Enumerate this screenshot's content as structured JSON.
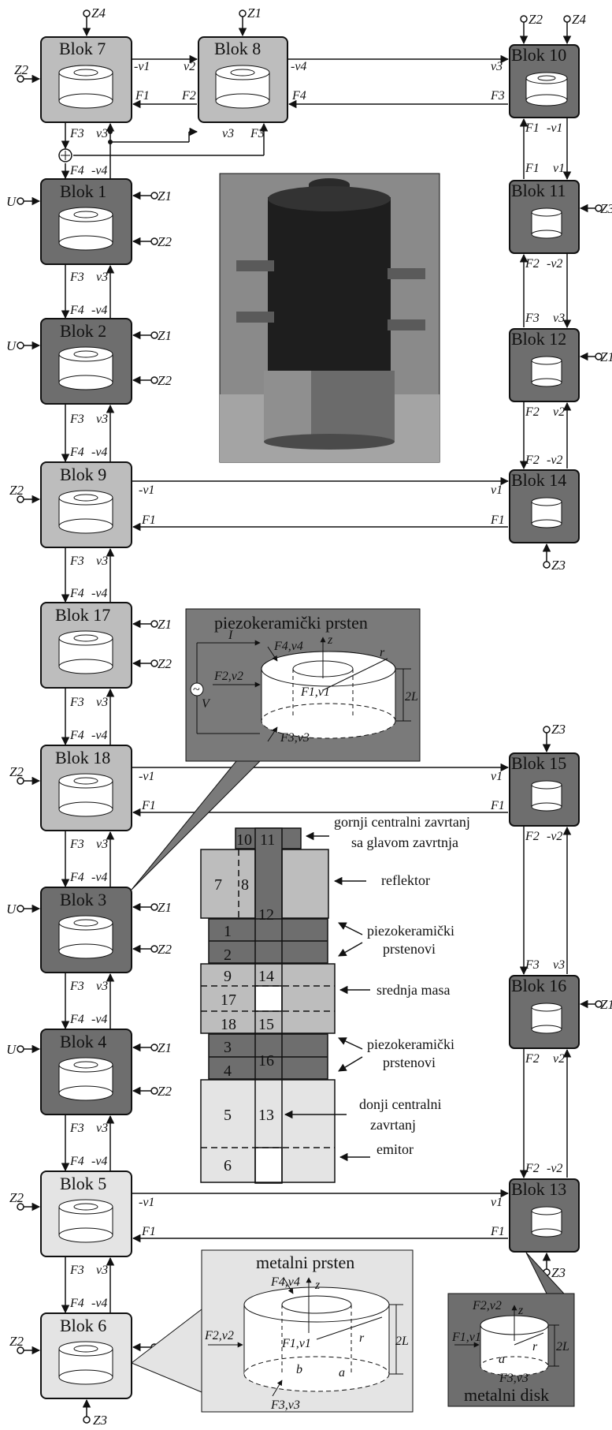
{
  "blocks": {
    "b7": "Blok 7",
    "b8": "Blok 8",
    "b10": "Blok 10",
    "b1": "Blok 1",
    "b11": "Blok 11",
    "b2": "Blok 2",
    "b12": "Blok 12",
    "b9": "Blok 9",
    "b14": "Blok 14",
    "b17": "Blok 17",
    "b18": "Blok 18",
    "b15": "Blok 15",
    "b3": "Blok 3",
    "b4": "Blok 4",
    "b16": "Blok 16",
    "b5": "Blok 5",
    "b13": "Blok 13",
    "b6": "Blok 6"
  },
  "inset_piezo": {
    "title": "piezokeramički prsten",
    "I": "I",
    "V": "V",
    "z": "z",
    "r": "r",
    "height": "2L",
    "F4v4": "F4,v4",
    "F2v2": "F2,v2",
    "F1v1": "F1,v1",
    "F3v3": "F3,v3"
  },
  "inset_ring": {
    "title": "metalni prsten",
    "z": "z",
    "r": "r",
    "height": "2L",
    "a": "a",
    "b": "b",
    "F4v4": "F4,v4",
    "F2v2": "F2,v2",
    "F1v1": "F1,v1",
    "F3v3": "F3,v3"
  },
  "inset_disk": {
    "title": "metalni disk",
    "z": "z",
    "r": "r",
    "height": "2L",
    "a": "a",
    "F2v2": "F2,v2",
    "F1v1": "F1,v1",
    "F3v3": "F3,v3"
  },
  "assembly": {
    "parts": [
      "10",
      "11",
      "7",
      "8",
      "12",
      "1",
      "2",
      "9",
      "14",
      "17",
      "18",
      "15",
      "3",
      "16",
      "4",
      "5",
      "13",
      "6"
    ],
    "callouts": {
      "top_bolt_1": "gornji centralni zavrtanj",
      "top_bolt_2": "sa glavom zavrtnja",
      "reflector": "reflektor",
      "piezo1_1": "piezokeramički",
      "piezo1_2": "prstenovi",
      "mid_mass": "srednja masa",
      "piezo2_1": "piezokeramički",
      "piezo2_2": "prstenovi",
      "bottom_bolt_1": "donji centralni",
      "bottom_bolt_2": "zavrtanj",
      "emitter": "emitor"
    }
  },
  "inputs": {
    "U": "U",
    "Z1": "Z1",
    "Z2": "Z2",
    "Z3": "Z3",
    "Z4": "Z4"
  },
  "signals": {
    "F1": "F1",
    "F2": "F2",
    "F3": "F3",
    "F4": "F4",
    "v1": "v1",
    "v2": "v2",
    "v3": "v3",
    "v4": "v4",
    "mv1": "-v1",
    "mv2": "-v2",
    "mv4": "-v4"
  },
  "colors": {
    "dark_block": "#6e6e6e",
    "mid_block": "#bdbdbd",
    "light_block": "#e4e4e4",
    "inset_bg": "#7a7a7a",
    "photo_bg": "#8a8a8a"
  }
}
